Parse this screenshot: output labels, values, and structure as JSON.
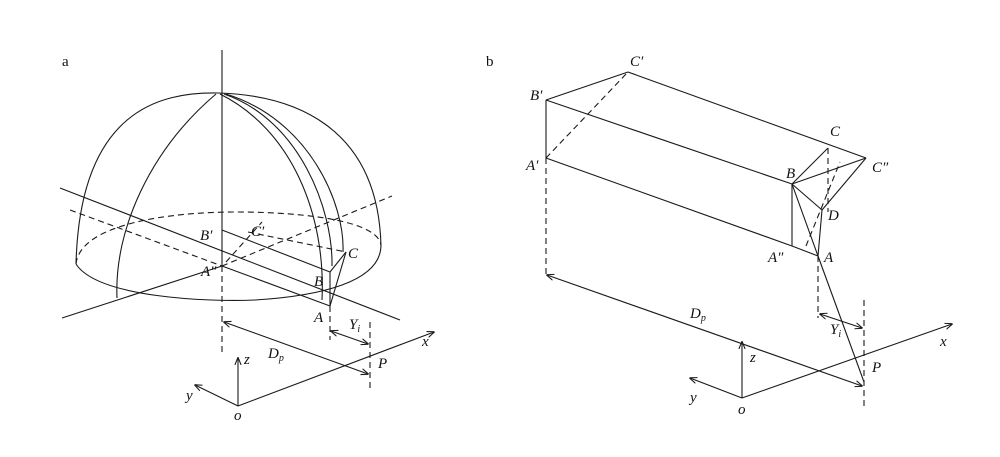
{
  "panel_a": {
    "letter": "a",
    "labels": {
      "B_prime": "B′",
      "C_prime": "C′",
      "A_dprime": "A″",
      "C": "C",
      "B": "B",
      "A": "A",
      "Y": "Y",
      "Y_sub": "i",
      "D": "D",
      "D_sub": "p",
      "P": "P",
      "x": "x",
      "y": "y",
      "z": "z",
      "o": "o"
    }
  },
  "panel_b": {
    "letter": "b",
    "labels": {
      "C_prime": "C′",
      "B_prime": "B′",
      "A_prime": "A′",
      "C": "C",
      "C_dprime": "C″",
      "B": "B",
      "D_pt": "D",
      "A_dprime": "A″",
      "A": "A",
      "D": "D",
      "D_sub": "p",
      "Y": "Y",
      "Y_sub": "i",
      "P": "P",
      "z": "z",
      "x": "x",
      "y": "y",
      "o": "o"
    }
  }
}
